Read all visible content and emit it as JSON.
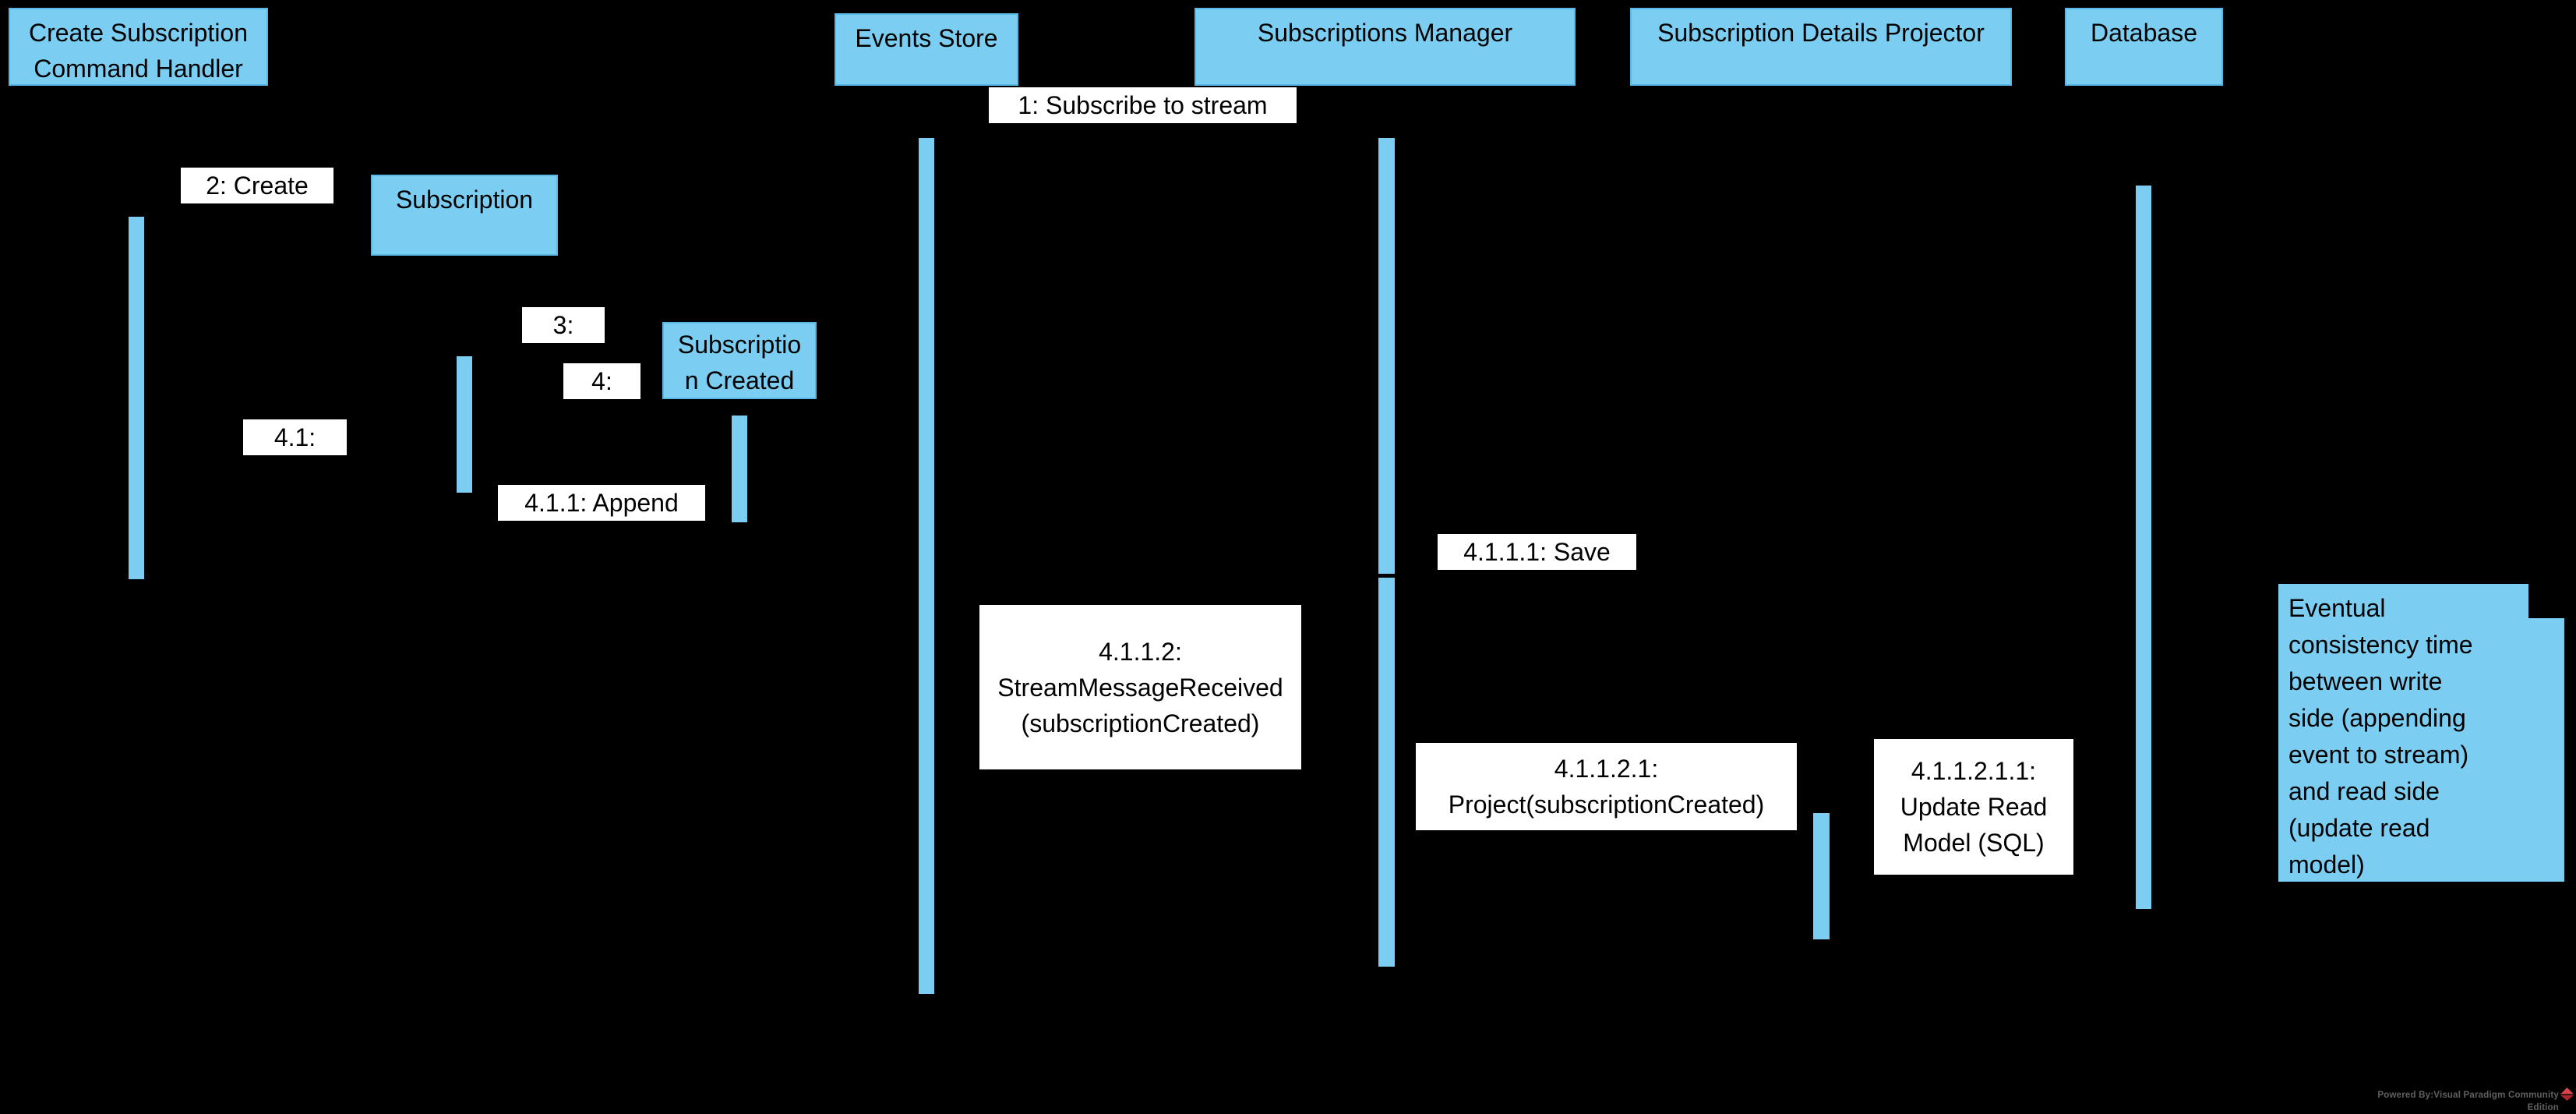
{
  "diagram": {
    "type": "uml-sequence-diagram",
    "colors": {
      "background": "#000000",
      "shape_fill": "#7BCEF2",
      "shape_border": "#57B8E4",
      "label_fill": "#FFFFFF",
      "text": "#000000",
      "watermark_text": "#606060",
      "logo_red": "#D8434B"
    },
    "participants": [
      {
        "id": "create-subscription-command-handler",
        "label": "Create Subscription\nCommand Handler"
      },
      {
        "id": "events-store",
        "label": "Events Store"
      },
      {
        "id": "subscriptions-manager",
        "label": "Subscriptions Manager"
      },
      {
        "id": "subscription-details-projector",
        "label": "Subscription Details Projector"
      },
      {
        "id": "database",
        "label": "Database"
      }
    ],
    "objects": [
      {
        "id": "subscription",
        "label": "Subscription"
      },
      {
        "id": "subscription-created",
        "label": "Subscriptio\nn Created"
      }
    ],
    "messages": [
      {
        "id": "1",
        "label": "1: Subscribe to stream"
      },
      {
        "id": "2",
        "label": "2: Create"
      },
      {
        "id": "3",
        "label": "3:"
      },
      {
        "id": "4",
        "label": "4:"
      },
      {
        "id": "4.1",
        "label": "4.1:"
      },
      {
        "id": "4.1.1",
        "label": "4.1.1: Append"
      },
      {
        "id": "4.1.1.1",
        "label": "4.1.1.1: Save"
      },
      {
        "id": "4.1.1.2",
        "label": "4.1.1.2:\nStreamMessageReceived\n(subscriptionCreated)"
      },
      {
        "id": "4.1.1.2.1",
        "label": "4.1.1.2.1:\nProject(subscriptionCreated)"
      },
      {
        "id": "4.1.1.2.1.1",
        "label": "4.1.1.2.1.1:\nUpdate Read\nModel (SQL)"
      }
    ],
    "note": {
      "text": "Eventual\nconsistency time\nbetween write\nside (appending\nevent to stream)\nand read side\n(update read\nmodel)"
    },
    "watermark": {
      "text": "Powered By:Visual Paradigm Community Edition"
    }
  }
}
